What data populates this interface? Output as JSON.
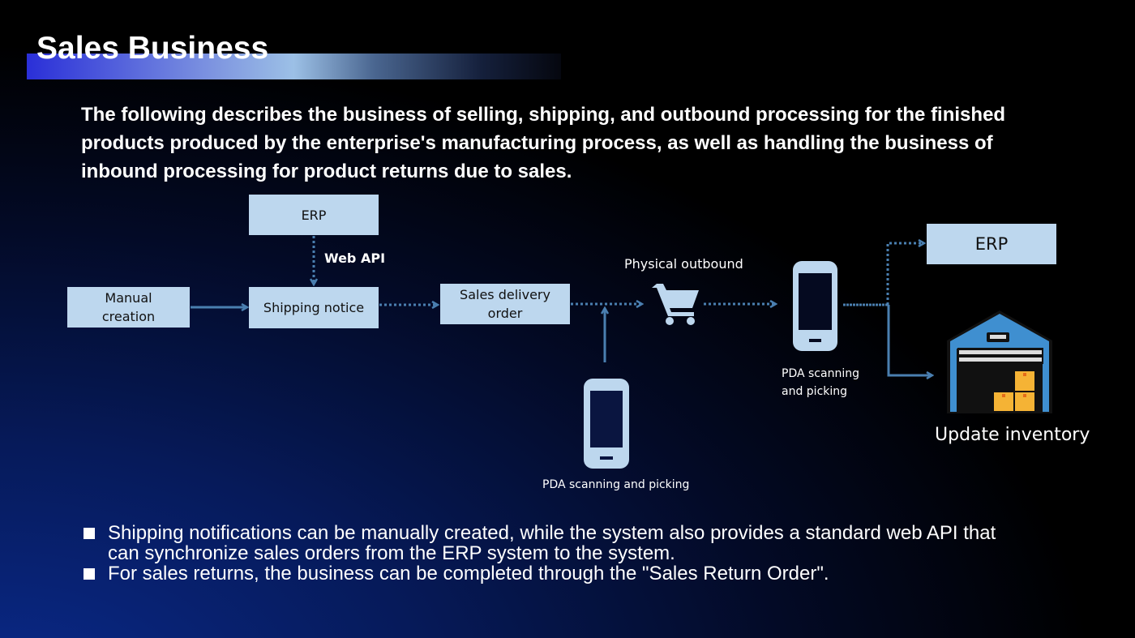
{
  "title": "Sales Business",
  "intro": "The following describes the business of selling, shipping, and outbound processing for the finished products produced by the enterprise's manufacturing process, as well as handling the business of inbound processing for product returns due to sales.",
  "diagram": {
    "erp_top": "ERP",
    "web_api": "Web API",
    "manual_creation": "Manual creation",
    "shipping_notice": "Shipping notice",
    "sales_delivery_order": "Sales delivery order",
    "physical_outbound": "Physical outbound",
    "pda_bottom": "PDA scanning and picking",
    "pda_right": "PDA scanning and picking",
    "erp_right": "ERP",
    "update_inventory": "Update inventory"
  },
  "bullets": [
    "Shipping notifications can be manually created, while the system also provides a standard web API that can synchronize sales orders from the ERP system to the system.",
    "For sales returns, the business can be completed through the \"Sales Return Order\"."
  ],
  "colors": {
    "box": "#bdd7ee",
    "arrow": "#4a7fb0",
    "warehouse": "#3f8fd0",
    "boxes": "#f5b335"
  }
}
